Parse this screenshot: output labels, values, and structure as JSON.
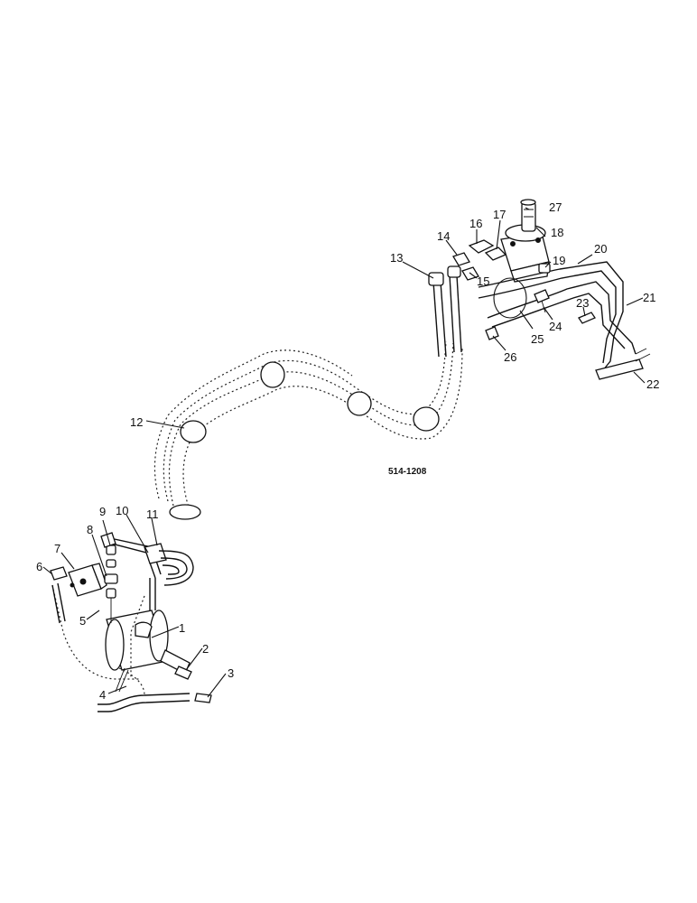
{
  "diagram": {
    "drawing_code": "514-1208",
    "callouts": [
      "1",
      "2",
      "3",
      "4",
      "5",
      "6",
      "7",
      "8",
      "9",
      "10",
      "11",
      "12",
      "13",
      "14",
      "15",
      "16",
      "17",
      "18",
      "19",
      "20",
      "21",
      "22",
      "23",
      "24",
      "25",
      "26",
      "27"
    ]
  }
}
